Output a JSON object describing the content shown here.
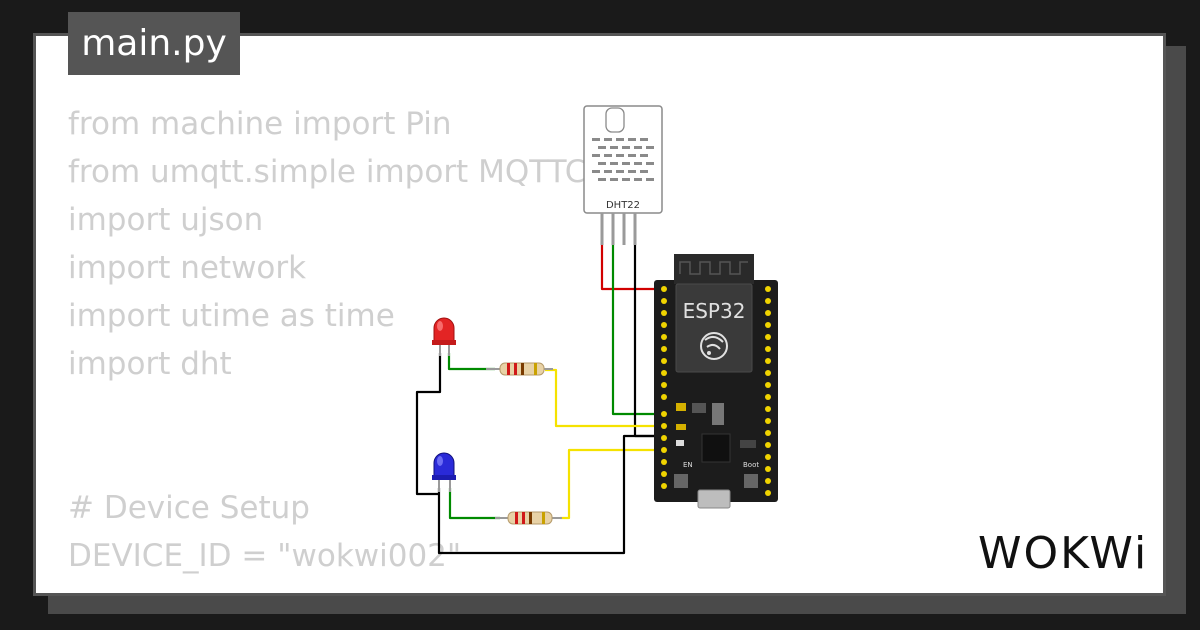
{
  "file": {
    "name": "main.py"
  },
  "code_lines": [
    "from machine import Pin",
    "from umqtt.simple import MQTTClient",
    "import ujson",
    "import network",
    "import utime as time",
    "import dht",
    "",
    "",
    "# Device Setup",
    "DEVICE_ID = \"wokwi002\""
  ],
  "components": {
    "sensor_label": "DHT22",
    "board_label": "ESP32",
    "en_label": "EN",
    "boot_label": "Boot"
  },
  "brand": {
    "logo": "WOKWi"
  },
  "colors": {
    "wire_red": "#d10000",
    "wire_green": "#008a00",
    "wire_yellow": "#f5e200",
    "wire_black": "#000000",
    "led_red": "#e32424",
    "led_blue": "#2a2ad8",
    "board": "#1c1c1c"
  }
}
